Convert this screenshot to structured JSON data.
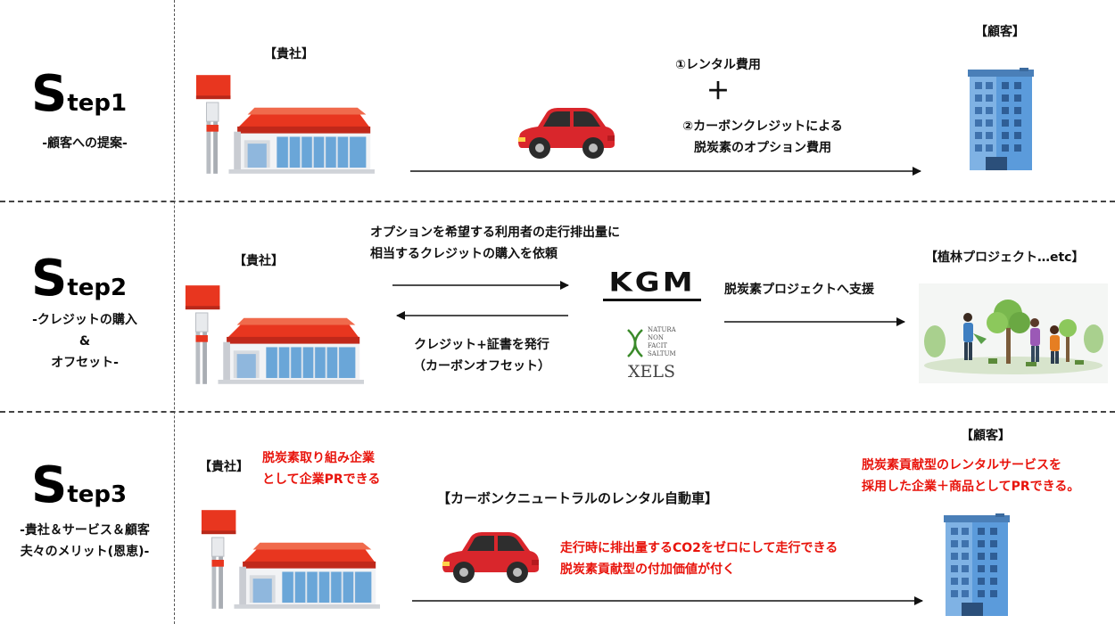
{
  "steps": [
    {
      "title_initial": "S",
      "title_rest": "tep1",
      "subtitle": "-顧客への提案-",
      "company_label": "【貴社】",
      "customer_label": "【顧客】",
      "fee1": "①レンタル費用",
      "plus": "＋",
      "fee2_line1": "②カーボンクレジットによる",
      "fee2_line2": "脱炭素のオプション費用"
    },
    {
      "title_initial": "S",
      "title_rest": "tep2",
      "subtitle_line1": "-クレジットの購入",
      "subtitle_line2": "&",
      "subtitle_line3": "オフセット-",
      "company_label": "【貴社】",
      "request_line1": "オプションを希望する利用者の走行排出量に",
      "request_line2": "相当するクレジットの購入を依頼",
      "issue_line1": "クレジット+証書を発行",
      "issue_line2": "（カーボンオフセット）",
      "kgm_logo": "KGM",
      "xels_motto": [
        "NATURA",
        "NON",
        "FACIT",
        "SALTUM"
      ],
      "xels_name": "XELS",
      "support_label": "脱炭素プロジェクトへ支援",
      "project_label": "【植林プロジェクト…etc】"
    },
    {
      "title_initial": "S",
      "title_rest": "tep3",
      "subtitle_line1": "-貴社＆サービス＆顧客",
      "subtitle_line2": "夫々のメリット(恩恵)-",
      "company_label": "【貴社】",
      "company_merit_line1": "脱炭素取り組み企業",
      "company_merit_line2": "として企業PRできる",
      "customer_label": "【顧客】",
      "customer_merit_line1": "脱炭素貢献型のレンタルサービスを",
      "customer_merit_line2": "採用した企業＋商品としてPRできる。",
      "car_title": "【カーボンクニュートラルのレンタル自動車】",
      "car_merit_line1": "走行時に排出量するCO2をゼロにして走行できる",
      "car_merit_line2": "脱炭素貢献型の付加価値が付く"
    }
  ],
  "colors": {
    "accent_red": "#e8140c",
    "store_red": "#e8361f",
    "building_blue": "#4a90d9",
    "car_red": "#d9262c"
  },
  "icons": {
    "store": "store-icon",
    "building": "office-building-icon",
    "car": "car-icon",
    "planting": "tree-planting-illustration"
  }
}
